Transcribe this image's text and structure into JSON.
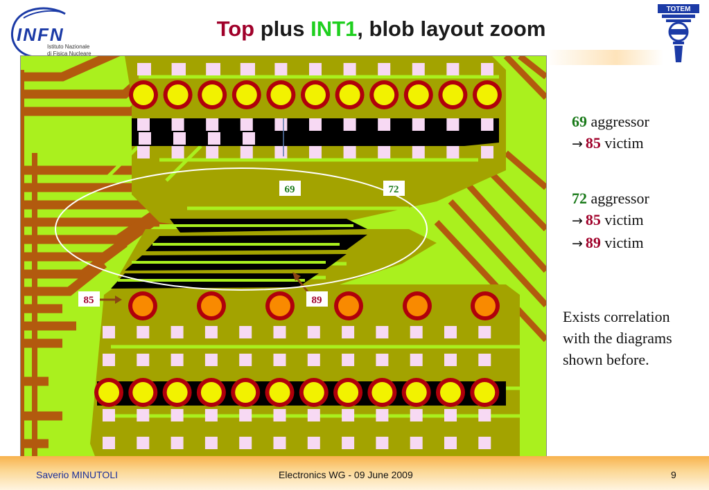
{
  "title": {
    "part_top": "Top",
    "part_plus": "plus",
    "part_int1": "INT1",
    "part_rest": ", blob layout zoom"
  },
  "logos": {
    "infn": {
      "word": "INFN",
      "line1": "Istituto Nazionale",
      "line2": "di Fisica Nucleare"
    },
    "totem": {
      "word": "TOTEM"
    }
  },
  "layout_labels": {
    "label_69": "69",
    "label_72": "72",
    "label_85": "85",
    "label_89": "89"
  },
  "notes": {
    "block1": {
      "aggressor_num": "69",
      "aggressor_word": "aggressor",
      "arrow": "→",
      "victim1_num": "85",
      "victim_word": "victim"
    },
    "block2": {
      "aggressor_num": "72",
      "aggressor_word": "aggressor",
      "arrow": "→",
      "victim1_num": "85",
      "victim2_num": "89",
      "victim_word": "victim"
    },
    "correlation": [
      "Exists correlation",
      "with the diagrams",
      "shown before."
    ]
  },
  "footer": {
    "author_first": "Saverio",
    "author_last": "MINUTOLI",
    "event": "Electronics WG - 09 June 2009",
    "page": "9"
  },
  "colors": {
    "board_green": "#aaf01e",
    "copper_olive": "#a3a300",
    "trace_brown": "#b25a0e",
    "pad_yellow": "#f2f200",
    "pad_ring": "#b0000b",
    "pad_orange": "#f98a00",
    "via_pink": "#f7d9f3",
    "title_red": "#a0002a",
    "title_green": "#1fcf1f",
    "label_green": "#1a7a1a",
    "label_red": "#a0002a",
    "footer_orange": "#f8b24d",
    "author_blue": "#1b2f9a"
  }
}
